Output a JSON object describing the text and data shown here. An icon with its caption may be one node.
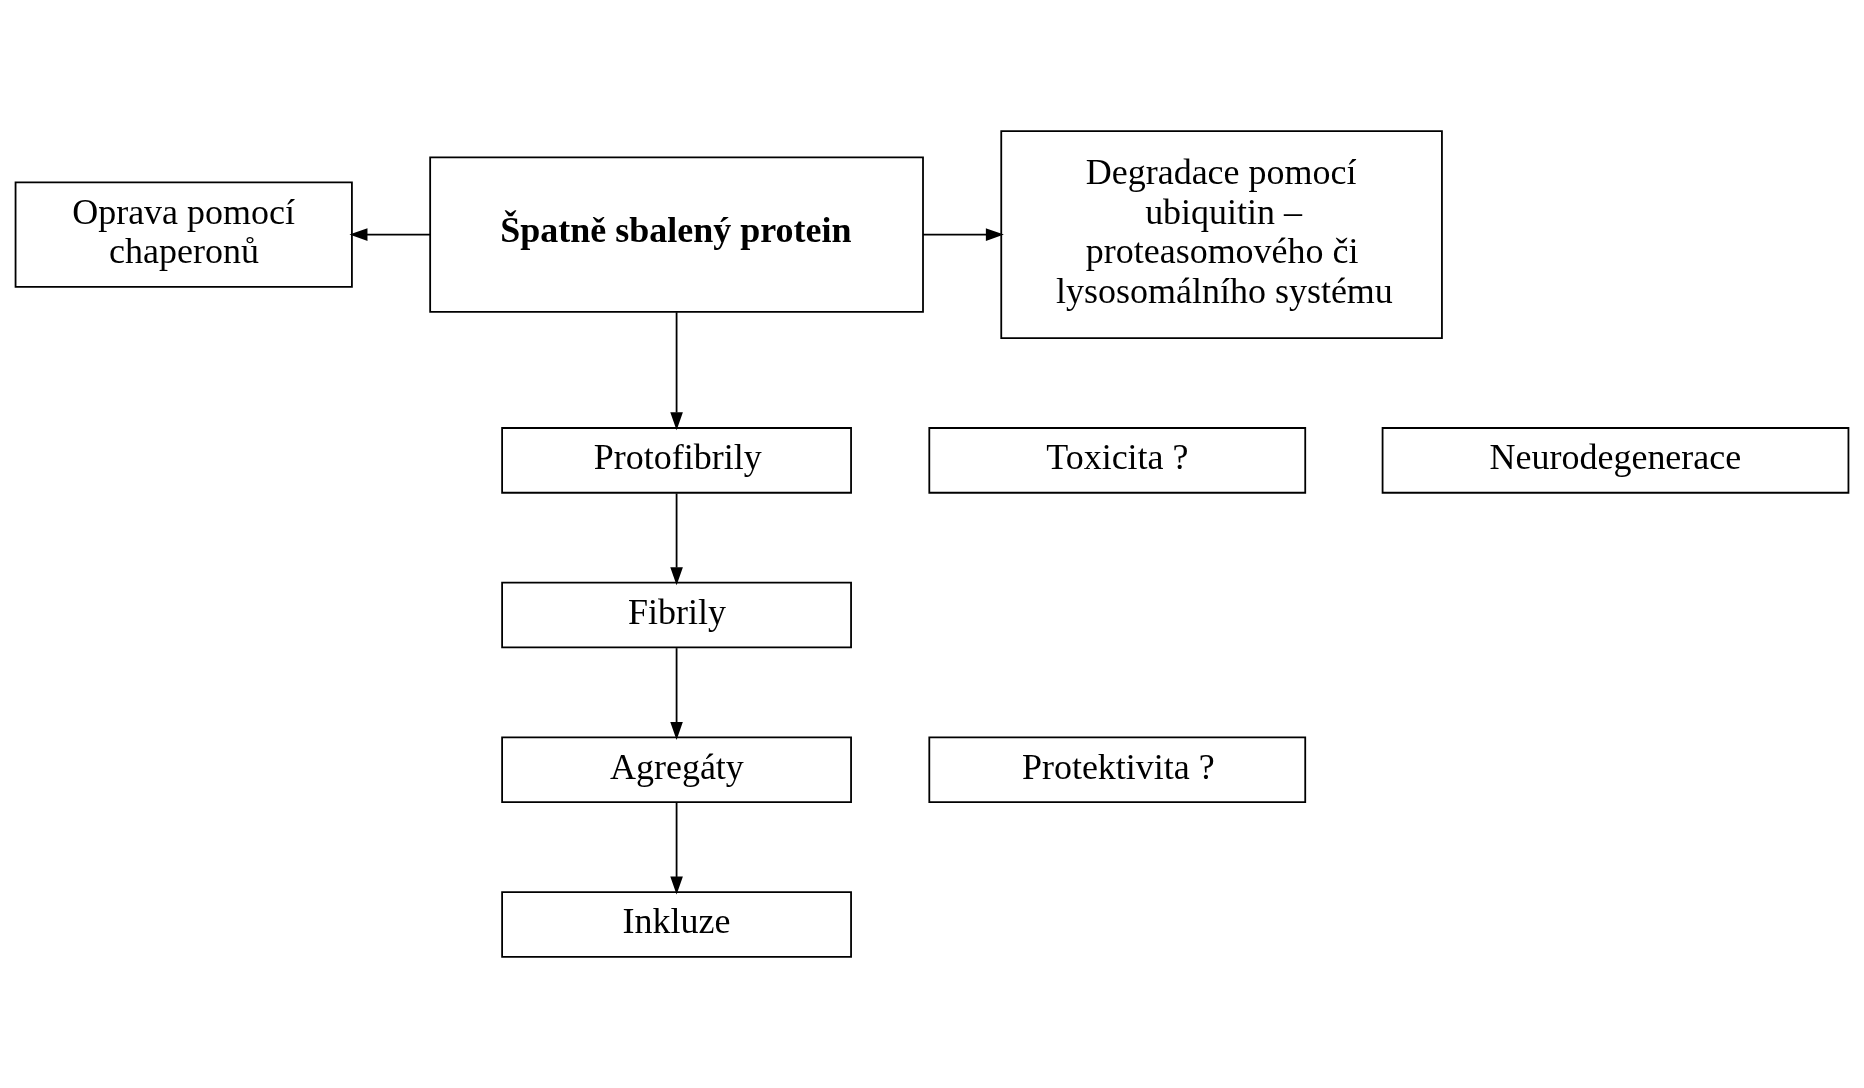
{
  "diagram": {
    "nodes": [
      {
        "text": [
          "Oprava pomocí chaperonů"
        ]
      },
      {
        "text": [
          "Špatně sbalený protein"
        ]
      },
      {
        "text": [
          "Degradace pomocí ubiquitin – proteasomového či lysosomálního systému"
        ]
      },
      {
        "text": [
          "Protofibrily"
        ]
      },
      {
        "text": [
          "Toxicita ?"
        ]
      },
      {
        "text": [
          "Fibrily"
        ]
      },
      {
        "text": [
          "Neurodegenerace"
        ]
      },
      {
        "text": [
          "Agregáty"
        ]
      },
      {
        "text": [
          "Protektivita ?"
        ]
      },
      {
        "text": [
          "Inkluze"
        ]
      }
    ],
    "edges": [
      {
        "from": 1,
        "to": 0,
        "arrow": "to"
      },
      {
        "from": 1,
        "to": 2,
        "arrow": "to"
      },
      {
        "from": 1,
        "to": 3,
        "arrow": "to"
      },
      {
        "from": 3,
        "to": 5,
        "arrow": "to"
      },
      {
        "from": 5,
        "to": 7,
        "arrow": "to"
      },
      {
        "from": 7,
        "to": 9,
        "arrow": "to"
      }
    ]
  }
}
